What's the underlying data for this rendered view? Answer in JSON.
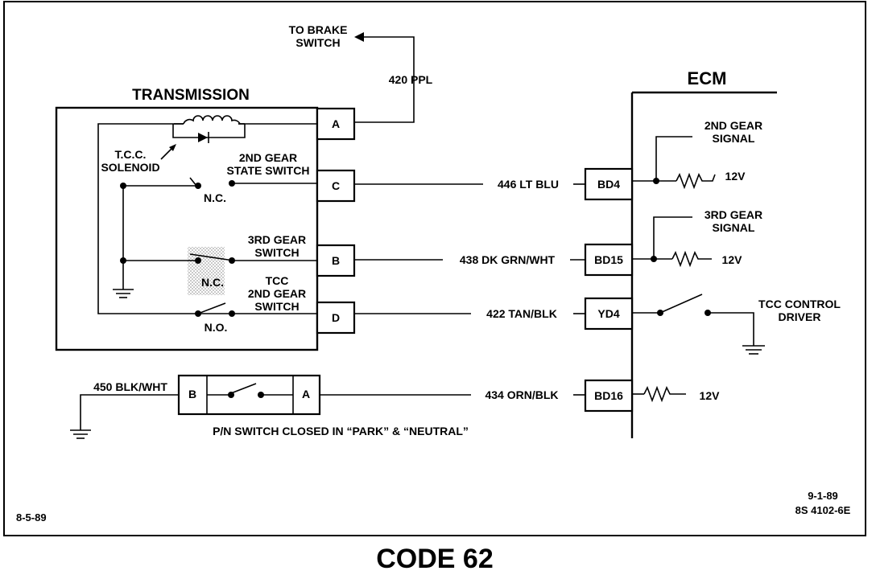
{
  "title": "CODE 62",
  "date_left": "8-5-89",
  "ref": {
    "date": "9-1-89",
    "number": "8S 4102-6E"
  },
  "transmission": {
    "label": "TRANSMISSION",
    "tcc_solenoid": [
      "T.C.C.",
      "SOLENOID"
    ],
    "sw_2nd": [
      "2ND GEAR",
      "STATE SWITCH"
    ],
    "sw_3rd": [
      "3RD GEAR",
      "SWITCH"
    ],
    "sw_tcc2": [
      "TCC",
      "2ND GEAR",
      "SWITCH"
    ],
    "nc1": "N.C.",
    "nc2": "N.C.",
    "no1": "N.O.",
    "pins": {
      "a": "A",
      "b": "B",
      "c": "C",
      "d": "D"
    }
  },
  "brake": {
    "label": [
      "TO BRAKE",
      "SWITCH"
    ],
    "wire": "420 PPL"
  },
  "ecm": {
    "label": "ECM",
    "pins": {
      "bd4": "BD4",
      "bd15": "BD15",
      "yd4": "YD4",
      "bd16": "BD16"
    },
    "signal_2nd": [
      "2ND GEAR",
      "SIGNAL"
    ],
    "signal_3rd": [
      "3RD GEAR",
      "SIGNAL"
    ],
    "tcc_driver": [
      "TCC CONTROL",
      "DRIVER"
    ],
    "v_bd4": "12V",
    "v_bd15": "12V",
    "v_bd16": "12V"
  },
  "wires": {
    "c": "446 LT BLU",
    "b": "438 DK GRN/WHT",
    "d": "422 TAN/BLK",
    "pn": "434 ORN/BLK",
    "gnd": "450 BLK/WHT"
  },
  "pn_switch": {
    "pin_b": "B",
    "pin_a": "A",
    "caption": "P/N SWITCH CLOSED IN “PARK” & “NEUTRAL”"
  }
}
